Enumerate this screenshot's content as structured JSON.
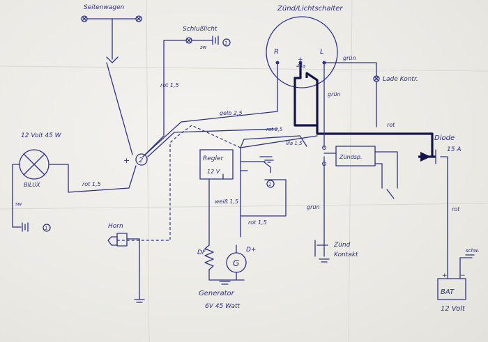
{
  "labels": {
    "seitenwagen": "Seitenwagen",
    "schlusslicht": "Schlußlicht",
    "schluss_wire": "sw",
    "ground_marker": "1",
    "zuend_licht_schalter": "Zünd/Lichtschalter",
    "switch_R": "R",
    "switch_L": "L",
    "switch_plus": "+",
    "switch_45a": "45a",
    "gruen_top": "grün",
    "ladekontrolle": "Lade Kontr.",
    "gruen_mid": "grün",
    "rot_15_top": "rot 1,5",
    "gelb_25": "gelb 2,5",
    "rot_25_switch": "rot 2,5",
    "lila": "lila 1,5",
    "rot_bat": "rot",
    "diode": "Diode",
    "diode_rating": "15 A",
    "rot_diode": "rot",
    "lamp_rating": "12 Volt  45 W",
    "bilux": "BILUX",
    "lamp_sw": "sw",
    "rot_15_lamp": "rot 1,5",
    "junction_plus": "+",
    "junction_num": "2",
    "regler": "Regler",
    "regler_volt": "12 V",
    "zuendspule": "Zündsp.",
    "horn": "Horn",
    "weiss": "weiß 1,5",
    "rot_15_gen": "rot 1,5",
    "df": "DF",
    "dplus": "D+",
    "gen_symbol": "G",
    "generator": "Generator",
    "generator_rating": "6V  45 Watt",
    "gruen_zk": "grün",
    "zuend_kontakt_1": "Zünd",
    "zuend_kontakt_2": "Kontakt",
    "bat": "BAT",
    "bat_plus": "+",
    "bat_minus": "−",
    "bat_schw": "schw.",
    "bat_volt": "12 Volt"
  }
}
